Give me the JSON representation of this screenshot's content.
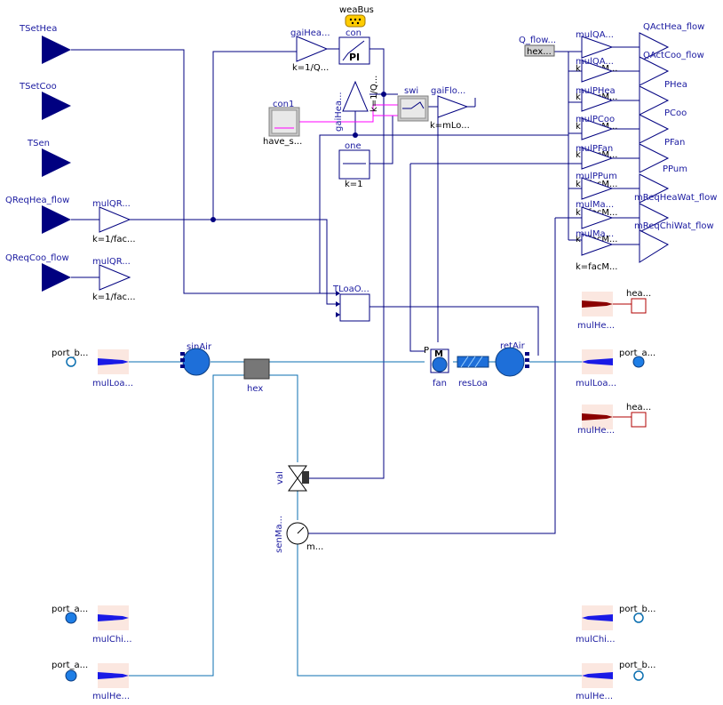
{
  "colors": {
    "signal_line": "#000080",
    "fluid_line": "#0b6fb0",
    "boolean_line": "#ff00ff",
    "input_triangle": "#000080",
    "label_text": "#1a1aa0",
    "pump_blue": "#1e6fd9",
    "heat_red": "#8b0000"
  },
  "inputs": [
    {
      "label": "TSetHea"
    },
    {
      "label": "TSetCoo"
    },
    {
      "label": "TSen"
    },
    {
      "label": "QReqHea_flow"
    },
    {
      "label": "QReqCoo_flow"
    }
  ],
  "outputs": [
    {
      "label": "QActHea_flow"
    },
    {
      "label": "QActCoo_flow"
    },
    {
      "label": "PHea"
    },
    {
      "label": "PCoo"
    },
    {
      "label": "PFan"
    },
    {
      "label": "PPum"
    },
    {
      "label": "mReqHeaWat_flow"
    },
    {
      "label": "mReqChiWat_flow"
    }
  ],
  "gains_left": [
    {
      "name": "mulQR...",
      "param": "k=1/fac..."
    },
    {
      "name": "mulQR...",
      "param": "k=1/fac..."
    }
  ],
  "gains_right": [
    {
      "name": "mulQA...",
      "param": "k=facM..."
    },
    {
      "name": "mulQA...",
      "param": "k=facM..."
    },
    {
      "name": "mulPHea",
      "param": "k=facM..."
    },
    {
      "name": "mulPCoo",
      "param": "k=facM..."
    },
    {
      "name": "mulPFan",
      "param": "k=facM..."
    },
    {
      "name": "mulPPum",
      "param": "k=facM..."
    },
    {
      "name": "mulMa...",
      "param": "k=facM..."
    },
    {
      "name": "mulMa...",
      "param": "k=facM..."
    }
  ],
  "blocks": {
    "weaBus": "weaBus",
    "con": "con",
    "pi_text": "PI",
    "gaiHea_top": "gaiHea...",
    "gaiHea_top_param": "k=1/Q...",
    "gaiHea_mid": "gaiHea...",
    "gaiHea_mid_param": "k=1/Q...",
    "swi": "swi",
    "gaiFlo": "gaiFlo...",
    "gaiFlo_param": "k=mLo...",
    "con1": "con1",
    "have_s": "have_s...",
    "one": "one",
    "one_param": "k=1",
    "TLoaO": "TLoaO...",
    "Q_flow": "Q_flow...",
    "hex_output": "hex...",
    "sinAir": "sinAir",
    "hex": "hex",
    "fan": "fan",
    "fan_M": "M",
    "fan_P": "P",
    "resLoa": "resLoa",
    "retAir": "retAir",
    "val": "val",
    "senMa": "senMa...",
    "senMa_m": "m..."
  },
  "ports_left": [
    {
      "label": "port_b...",
      "mul": "mulLoa..."
    },
    {
      "label": "port_a...",
      "mul": "mulChi..."
    },
    {
      "label": "port_a...",
      "mul": "mulHe..."
    }
  ],
  "ports_right": [
    {
      "label": "port_a...",
      "mul": "mulLoa..."
    },
    {
      "label": "port_b...",
      "mul": "mulChi..."
    },
    {
      "label": "port_b...",
      "mul": "mulHe..."
    }
  ],
  "heat_ports": [
    {
      "label": "hea...",
      "mul": "mulHe..."
    },
    {
      "label": "hea...",
      "mul": "mulHe..."
    }
  ]
}
